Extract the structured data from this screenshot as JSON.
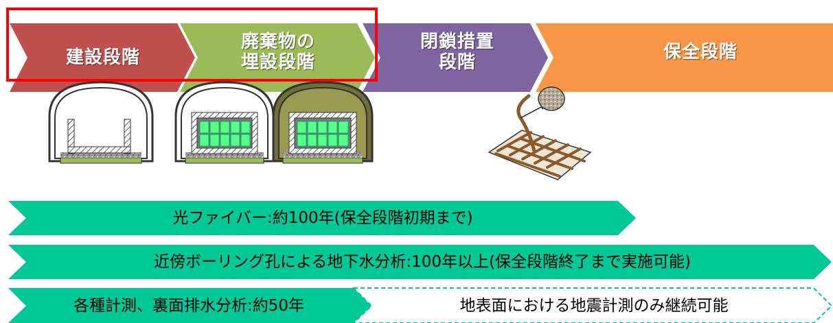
{
  "phases": [
    {
      "label": "建設段階",
      "color": "#C0504D"
    },
    {
      "label": "廃棄物の\n埋設段階",
      "color": "#9BBB59"
    },
    {
      "label": "閉鎖措置\n段階",
      "color": "#8064A2"
    },
    {
      "label": "保全段階",
      "color": "#F79646"
    }
  ],
  "highlight_color": "#FF0000",
  "bars": [
    {
      "label": "光ファイバー:約100年(保全段階初期まで)",
      "color": "#00C896"
    },
    {
      "label": "近傍ボーリング孔による地下水分析:100年以上(保全段階終了まで実施可能)",
      "color": "#00C896"
    },
    {
      "label": "各種計測、裏面排水分析:約50年",
      "color": "#00C896"
    },
    {
      "label": "地表面における地震計測のみ継続可能",
      "color": "#00C896"
    }
  ]
}
